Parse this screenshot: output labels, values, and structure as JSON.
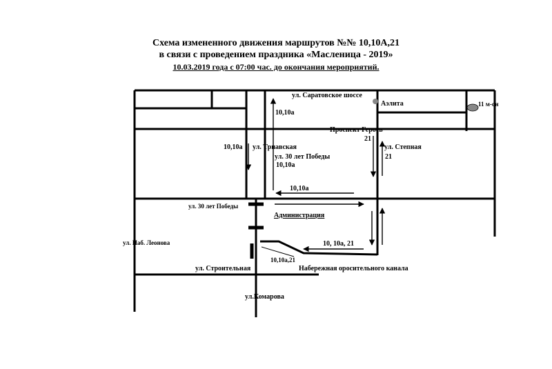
{
  "title": {
    "line1": "Схема  измененного  движения  маршрутов №№ 10,10А,21",
    "line2": "в связи с проведением праздника «Масленица - 2019»",
    "line3": "10.03.2019 года  с 07:00 час. до окончания мероприятий."
  },
  "streets": {
    "saratovskoe": "ул. Саратовское шоссе",
    "aelita": "Аэлита",
    "mkr11": "11 м-он",
    "prospekt_geroev": "Проспект Героев",
    "trnavskaya": "ул. Трнавская",
    "pobedy30": "ул. 30 лет Победы",
    "pobedy30_left": "ул. 30 лет Победы",
    "stepnaya": "ул. Степная",
    "administration": "Администрация",
    "nab_leonova": "ул. Наб. Леонова",
    "stroitelnaya": "ул. Строительная",
    "komarova": "ул.Комарова",
    "naberezhnaya": "Набережная оросительного канала"
  },
  "routes": {
    "r_10_10a_top": "10,10а",
    "r_10_10a_left": "10,10а",
    "r_10_10a_center": "10,10а",
    "r_10_10a_mid": "10,10а",
    "r_21_top": "21",
    "r_21_right": "21",
    "r_10_10a_21": "10, 10а, 21",
    "r_10_10a_21_bottom": "10,10а,21"
  },
  "colors": {
    "line": "#000000",
    "marker": "#888888"
  }
}
